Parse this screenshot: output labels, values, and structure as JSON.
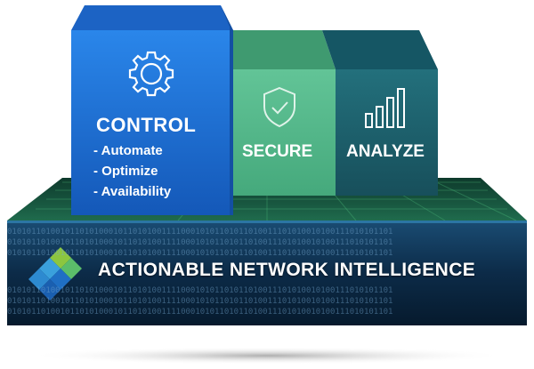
{
  "blocks": {
    "control": {
      "title": "CONTROL",
      "items": [
        "- Automate",
        "- Optimize",
        "- Availability"
      ],
      "icon": "gear-icon",
      "color": "#1b6fd3"
    },
    "secure": {
      "title": "SECURE",
      "icon": "shield-check-icon",
      "color": "#56b98c"
    },
    "analyze": {
      "title": "ANALYZE",
      "icon": "bar-chart-icon",
      "color": "#1f5f6b"
    }
  },
  "platform": {
    "title": "ACTIONABLE NETWORK INTELLIGENCE",
    "logo": "layered-diamond-logo",
    "color": "#0d2a45",
    "binary": "01010110100101101010001011010100111100010101101011010011101010010100111010101101"
  }
}
